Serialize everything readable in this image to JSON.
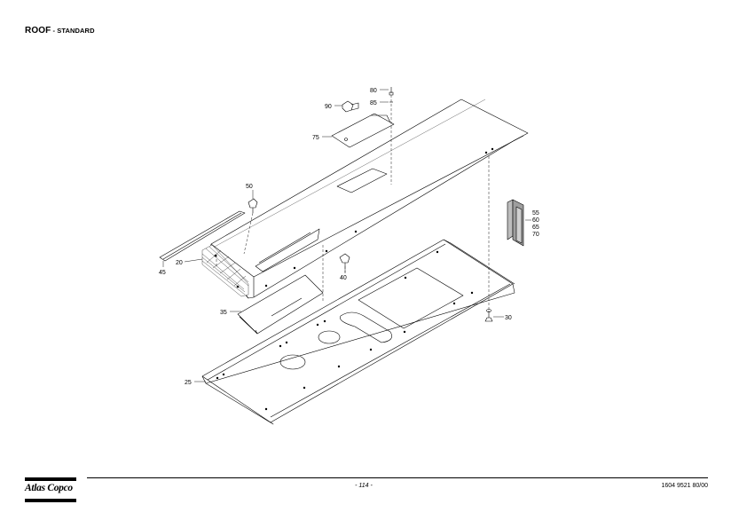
{
  "header": {
    "title": "ROOF",
    "subtitle": " - STANDARD"
  },
  "drawing": {
    "callouts": [
      "80",
      "85",
      "90",
      "75",
      "50",
      "55",
      "60",
      "65",
      "70",
      "20",
      "45",
      "40",
      "35",
      "30",
      "25"
    ]
  },
  "footer": {
    "logo_text": "Atlas Copco",
    "page_number": "- 114 -",
    "document_number": "1604 9521 80/00"
  }
}
